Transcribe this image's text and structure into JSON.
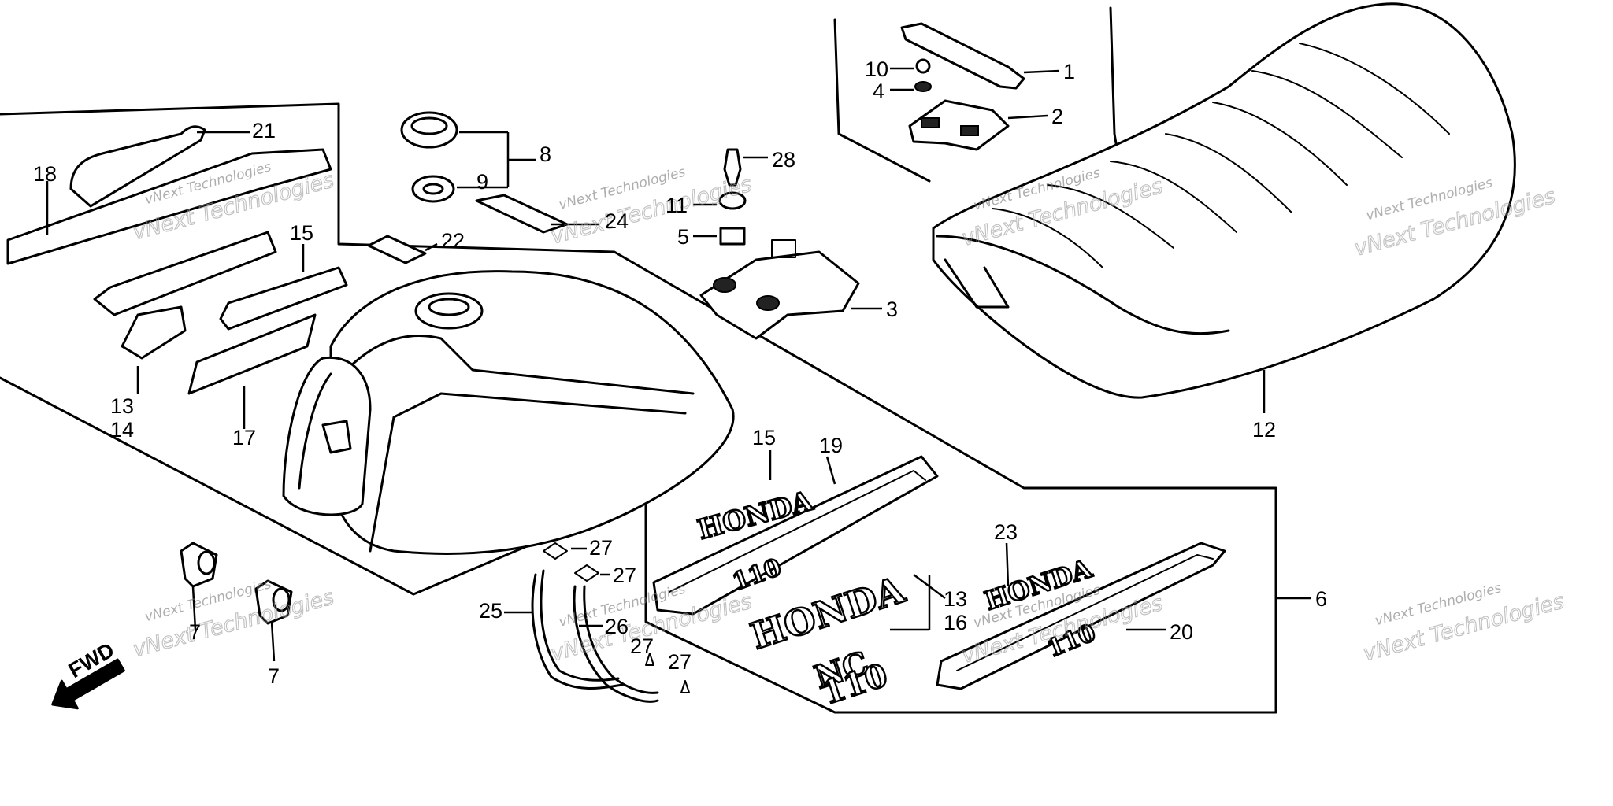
{
  "diagram": {
    "parts": [
      {
        "id": "label-1",
        "text": "1"
      },
      {
        "id": "label-2",
        "text": "2"
      },
      {
        "id": "label-3",
        "text": "3"
      },
      {
        "id": "label-5",
        "text": "5"
      },
      {
        "id": "label-6",
        "text": "6"
      },
      {
        "id": "label-7a",
        "text": "7"
      },
      {
        "id": "label-7b",
        "text": "7"
      },
      {
        "id": "label-8",
        "text": "8"
      },
      {
        "id": "label-9",
        "text": "9"
      },
      {
        "id": "label-10",
        "text": "10"
      },
      {
        "id": "label-4",
        "text": "4"
      },
      {
        "id": "label-11",
        "text": "11"
      },
      {
        "id": "label-12",
        "text": "12"
      },
      {
        "id": "label-13a",
        "text": "13"
      },
      {
        "id": "label-14",
        "text": "14"
      },
      {
        "id": "label-13b",
        "text": "13"
      },
      {
        "id": "label-16",
        "text": "16"
      },
      {
        "id": "label-15a",
        "text": "15"
      },
      {
        "id": "label-15b",
        "text": "15"
      },
      {
        "id": "label-17",
        "text": "17"
      },
      {
        "id": "label-18",
        "text": "18"
      },
      {
        "id": "label-19",
        "text": "19"
      },
      {
        "id": "label-20",
        "text": "20"
      },
      {
        "id": "label-21",
        "text": "21"
      },
      {
        "id": "label-22",
        "text": "22"
      },
      {
        "id": "label-23",
        "text": "23"
      },
      {
        "id": "label-24",
        "text": "24"
      },
      {
        "id": "label-25",
        "text": "25"
      },
      {
        "id": "label-26",
        "text": "26"
      },
      {
        "id": "label-27a",
        "text": "27"
      },
      {
        "id": "label-27b",
        "text": "27"
      },
      {
        "id": "label-27c",
        "text": "27"
      },
      {
        "id": "label-27d",
        "text": "27"
      },
      {
        "id": "label-28",
        "text": "28"
      }
    ],
    "decals": {
      "honda_small_1": "HONDA",
      "honda_small_2": "HONDA",
      "honda_large": "HONDA",
      "model_nc": "NC",
      "model_110": "110",
      "stripe_110_left": "110",
      "stripe_110_right": "110"
    },
    "direction_marker": "FWD",
    "watermark": {
      "line1": "vNext Technologies",
      "line2": "vNext Technologies"
    }
  }
}
